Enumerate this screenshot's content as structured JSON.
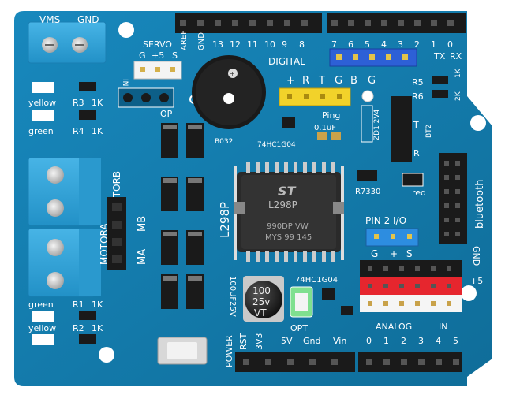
{
  "board": {
    "pcb_color": "#1377a7",
    "power_terminal": {
      "left": "VMS",
      "right": "GND"
    },
    "servo": {
      "label": "SERVO",
      "pins": [
        "G",
        "+5",
        "S"
      ],
      "in": "IN",
      "op": "OP"
    },
    "top_header": {
      "left_labels": [
        "AREF",
        "GND",
        "13",
        "12",
        "11",
        "10",
        "9",
        "8"
      ],
      "right_labels": [
        "7",
        "6",
        "5",
        "4",
        "3",
        "2",
        "1",
        "0"
      ],
      "digital": "DIGITAL",
      "tx": "TX",
      "rx": "RX"
    },
    "leds_left": [
      {
        "color": "yellow",
        "r": "R3",
        "val": "1K"
      },
      {
        "color": "green",
        "r": "R4",
        "val": "1K"
      }
    ],
    "leds_bottom": [
      {
        "color": "green",
        "r": "R1",
        "val": "1K"
      },
      {
        "color": "yellow",
        "r": "R2",
        "val": "1K"
      }
    ],
    "motor_labels": {
      "b": "MOTORB",
      "a": "MOTORA",
      "ma": "MA",
      "mb": "MB"
    },
    "buzzer_label": "B032",
    "ping": {
      "pins": [
        "+",
        "R",
        "T",
        "G"
      ],
      "label": "Ping"
    },
    "logic_chip": "74HC1G04",
    "cap_small": "0.1uF",
    "bg": {
      "pins": [
        "B",
        "G"
      ]
    },
    "resistors_right": [
      {
        "name": "R5",
        "val": "1K"
      },
      {
        "name": "R6",
        "val": "2K"
      }
    ],
    "zener": "ZD1 2V4",
    "bt_label": "BT2",
    "t_label": "T",
    "r_label": "R",
    "red_label": "red",
    "r7330": "R7330",
    "main_chip": {
      "logo": "ST",
      "name": "L298P",
      "line2": "990DP VW",
      "line3": "MYS 99 145",
      "board_label": "L298P"
    },
    "bluetooth": "bluetooth",
    "pin_io": {
      "label": "PIN 2 I/O",
      "pins": [
        "G",
        "+",
        "S"
      ]
    },
    "gnd_label": "GND",
    "plus5": "+5",
    "capacitor": {
      "line1": "100",
      "line2": "25v",
      "line3": "VT"
    },
    "cap_label": "100UF25V",
    "logic_chip2": "74HC1G04",
    "opt": "OPT",
    "power_header": {
      "labels": [
        "RST",
        "3V3",
        "5V",
        "Gnd",
        "Vin"
      ],
      "title": "POWER"
    },
    "analog_header": {
      "title": "ANALOG",
      "in": "IN",
      "labels": [
        "0",
        "1",
        "2",
        "3",
        "4",
        "5"
      ]
    }
  }
}
